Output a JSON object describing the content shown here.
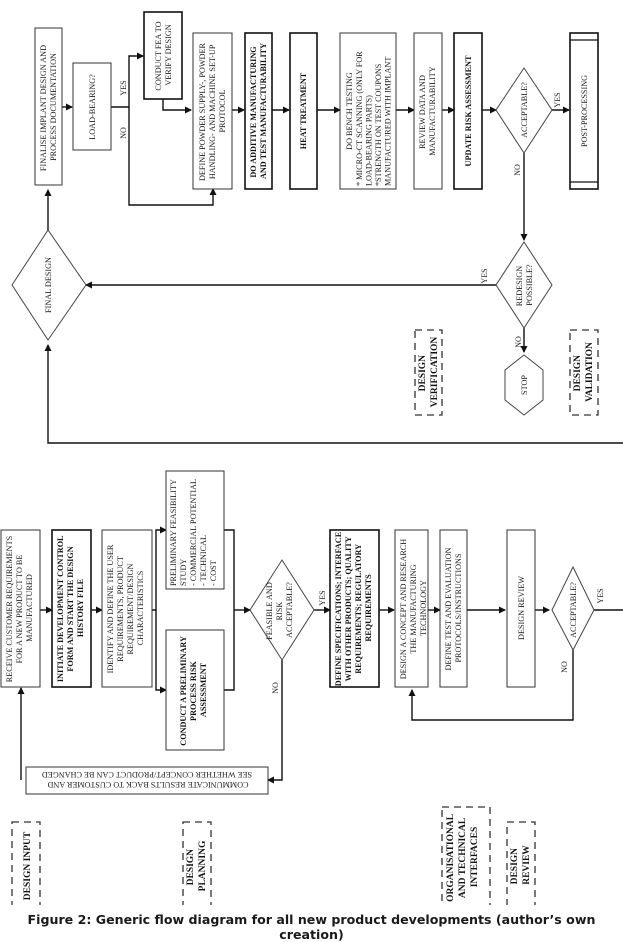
{
  "caption": "Figure 2: Generic flow diagram for all new product developments (author’s own creation)",
  "phases": {
    "design_input": [
      "DESIGN INPUT"
    ],
    "design_planning": [
      "DESIGN",
      "PLANNING"
    ],
    "org_tech_interfaces": [
      "ORGANISATIONAL",
      "AND TECHNICAL",
      "INTERFACES"
    ],
    "design_review": [
      "DESIGN",
      "REVIEW"
    ],
    "design_verification": [
      "DESIGN",
      "VERIFICATION"
    ],
    "design_validation": [
      "DESIGN",
      "VALIDATION"
    ]
  },
  "nodes": {
    "receive_requirements": [
      "RECEIVE CUSTOMER REQUIREMENTS",
      "FOR A NEW PRODUCT TO BE",
      "MANUFACTURED"
    ],
    "initiate_control_form": [
      "INITIATE DEVELOPMENT CONTROL",
      "FORM AND START THE DESIGN",
      "HISTORY FILE"
    ],
    "identify_requirements": [
      "IDENTIFY AND DEFINE THE USER",
      "REQUIREMENTS, PRODUCT",
      "REQUIREMENT/DESIGN",
      "CHARACTERISTICS"
    ],
    "feasibility_study": [
      "PRELIMINARY FEASIBILITY",
      "STUDY",
      "- COMMERCIAL POTENTIAL",
      "- TECHNICAL",
      "- COST"
    ],
    "risk_assessment": [
      "CONDUCT A PRELIMINARY",
      "PROCESS RISK",
      "ASSESSMENT"
    ],
    "feasible_decision": [
      "FEASIBLE AND",
      "RISK",
      "ACCEPTABLE?"
    ],
    "communicate_results": [
      "COMMUNICATE RESULTS BACK TO CUSTOMER AND",
      "SEE WHETHER CONCEPT/PRODUCT CAN BE CHANGED"
    ],
    "define_specifications": [
      "DEFINE SPECIFICATIONS; INTERFACE",
      "WITH OTHER PRODUCTS; QUALITY",
      "REQUIREMENTS; REGULATORY",
      "REQUIREMENTS"
    ],
    "design_concept": [
      "DESIGN A CONCEPT AND RESEARCH",
      "THE MANUFACTURING",
      "TECHNOLOGY"
    ],
    "define_test_protocols": [
      "DEFINE TEST AND EVALUATION",
      "PROTOCOLS/INSTRUCTIONS"
    ],
    "design_review_box": [
      "DESIGN REVIEW"
    ],
    "review_acceptable": [
      "ACCEPTABLE?"
    ],
    "final_design": [
      "FINAL DESIGN"
    ],
    "finalise_design": [
      "FINALISE IMPLANT DESIGN AND",
      "PROCESS DOCUMENTATION"
    ],
    "load_bearing": [
      "LOAD-BEARING?"
    ],
    "conduct_fea": [
      "CONDUCT FEA TO",
      "VERIFY DESIGN"
    ],
    "define_powder": [
      "DEFINE POWDER SUPPLY-, POWDER",
      "HANDLING- AND MACHINE SET-UP",
      "PROTOCOL"
    ],
    "additive_manufacturing": [
      "DO ADDITIVE MANUFACTURING",
      "AND TEST MANUFACTURABILITY"
    ],
    "heat_treatment": [
      "HEAT TREATMENT"
    ],
    "bench_testing": [
      "DO BENCH TESTING",
      "* MICRO-CT SCANNING (ONLY FOR",
      "LOAD-BEARING PARTS)",
      "*STRENGTH ON TEST COUPONS",
      "MANUFACTURED WITH IMPLANT"
    ],
    "review_data": [
      "REVIEW DATA AND",
      "MANUFACTURABILITY"
    ],
    "update_risk": [
      "UPDATE RISK ASSESSMENT"
    ],
    "validation_acceptable": [
      "ACCEPTABLE?"
    ],
    "post_processing": [
      "POST-PROCESSING"
    ],
    "redesign_possible": [
      "REDESIGN",
      "POSSIBLE?"
    ],
    "stop": [
      "STOP"
    ]
  },
  "edge_labels": {
    "yes": "YES",
    "no": "NO"
  }
}
